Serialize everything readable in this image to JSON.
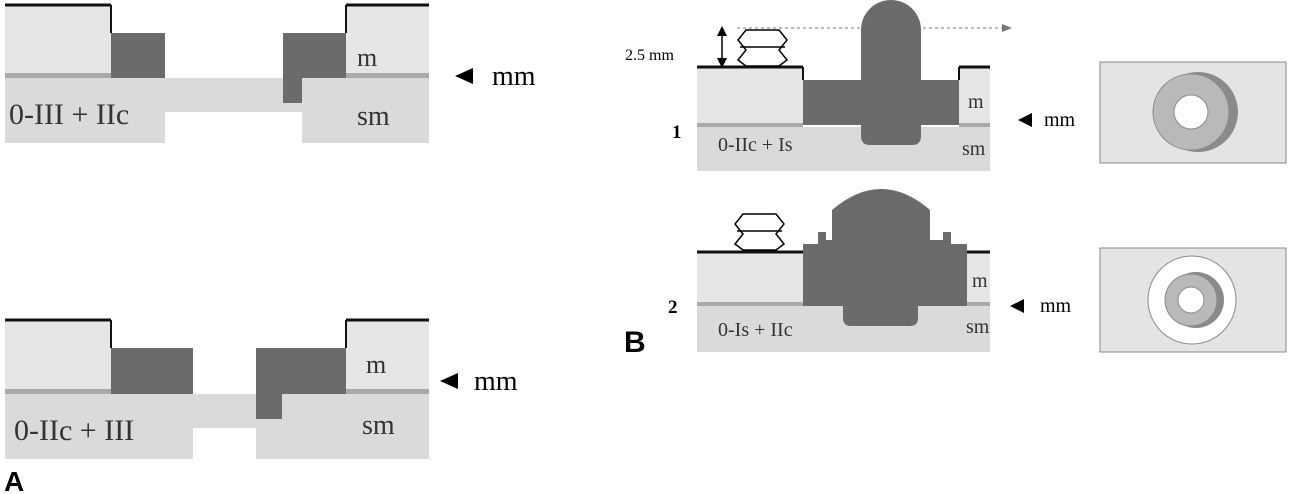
{
  "panel_a": {
    "label": "A",
    "diagrams": [
      {
        "type_label": "0-III + IIc",
        "m_label": "m",
        "sm_label": "sm",
        "mm_label": "mm"
      },
      {
        "type_label": "0-IIc + III",
        "m_label": "m",
        "sm_label": "sm",
        "mm_label": "mm"
      }
    ]
  },
  "panel_b": {
    "label": "B",
    "height_label": "2.5 mm",
    "diagrams": [
      {
        "number": "1",
        "type_label": "0-IIc + Is",
        "m_label": "m",
        "sm_label": "sm",
        "mm_label": "mm"
      },
      {
        "number": "2",
        "type_label": "0-Is + IIc",
        "m_label": "m",
        "sm_label": "sm",
        "mm_label": "mm"
      }
    ]
  },
  "colors": {
    "mucosa": "#e6e6e6",
    "submucosa": "#dadada",
    "muscularis_mucosae": "#a9a9a9",
    "lesion": "#6b6b6b",
    "surface_line": "#111111",
    "ring_outer": "#b9b9b9",
    "ring_shadow": "#8a8a8a",
    "topview_bg": "#e4e4e4"
  }
}
